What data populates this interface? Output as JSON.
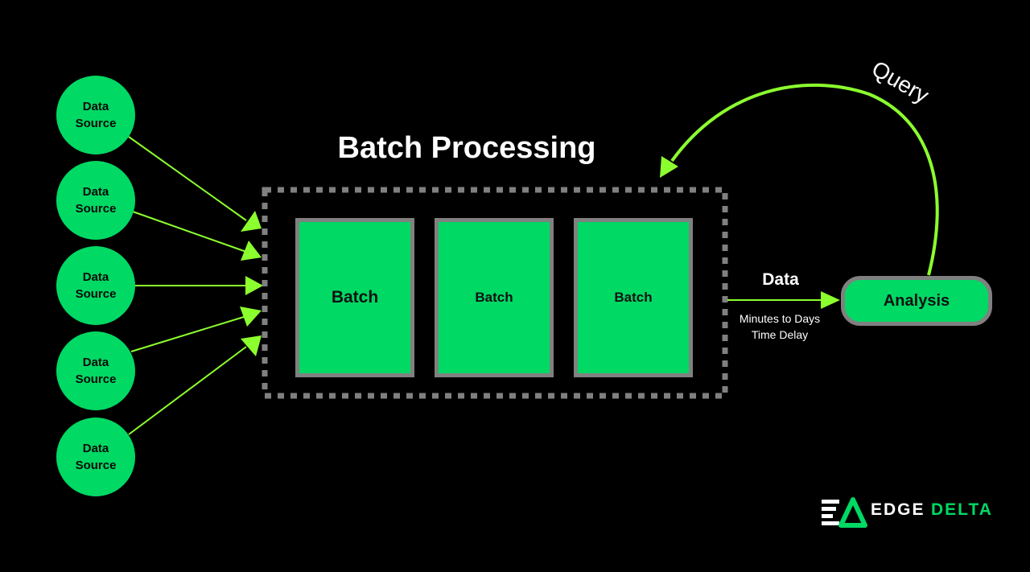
{
  "title": "Batch Processing",
  "sources": [
    {
      "line1": "Data",
      "line2": "Source"
    },
    {
      "line1": "Data",
      "line2": "Source"
    },
    {
      "line1": "Data",
      "line2": "Source"
    },
    {
      "line1": "Data",
      "line2": "Source"
    },
    {
      "line1": "Data",
      "line2": "Source"
    }
  ],
  "batches": [
    "Batch",
    "Batch",
    "Batch"
  ],
  "output": {
    "label": "Data",
    "delay_line1": "Minutes to Days",
    "delay_line2": "Time Delay"
  },
  "analysis": "Analysis",
  "query": "Query",
  "logo": {
    "word1": "EDGE",
    "word2": "DELTA"
  },
  "colors": {
    "background": "#000000",
    "node_green": "#00d964",
    "arrow_green": "#8cff2e",
    "border_gray": "#808080",
    "logo_green": "#00d964"
  }
}
